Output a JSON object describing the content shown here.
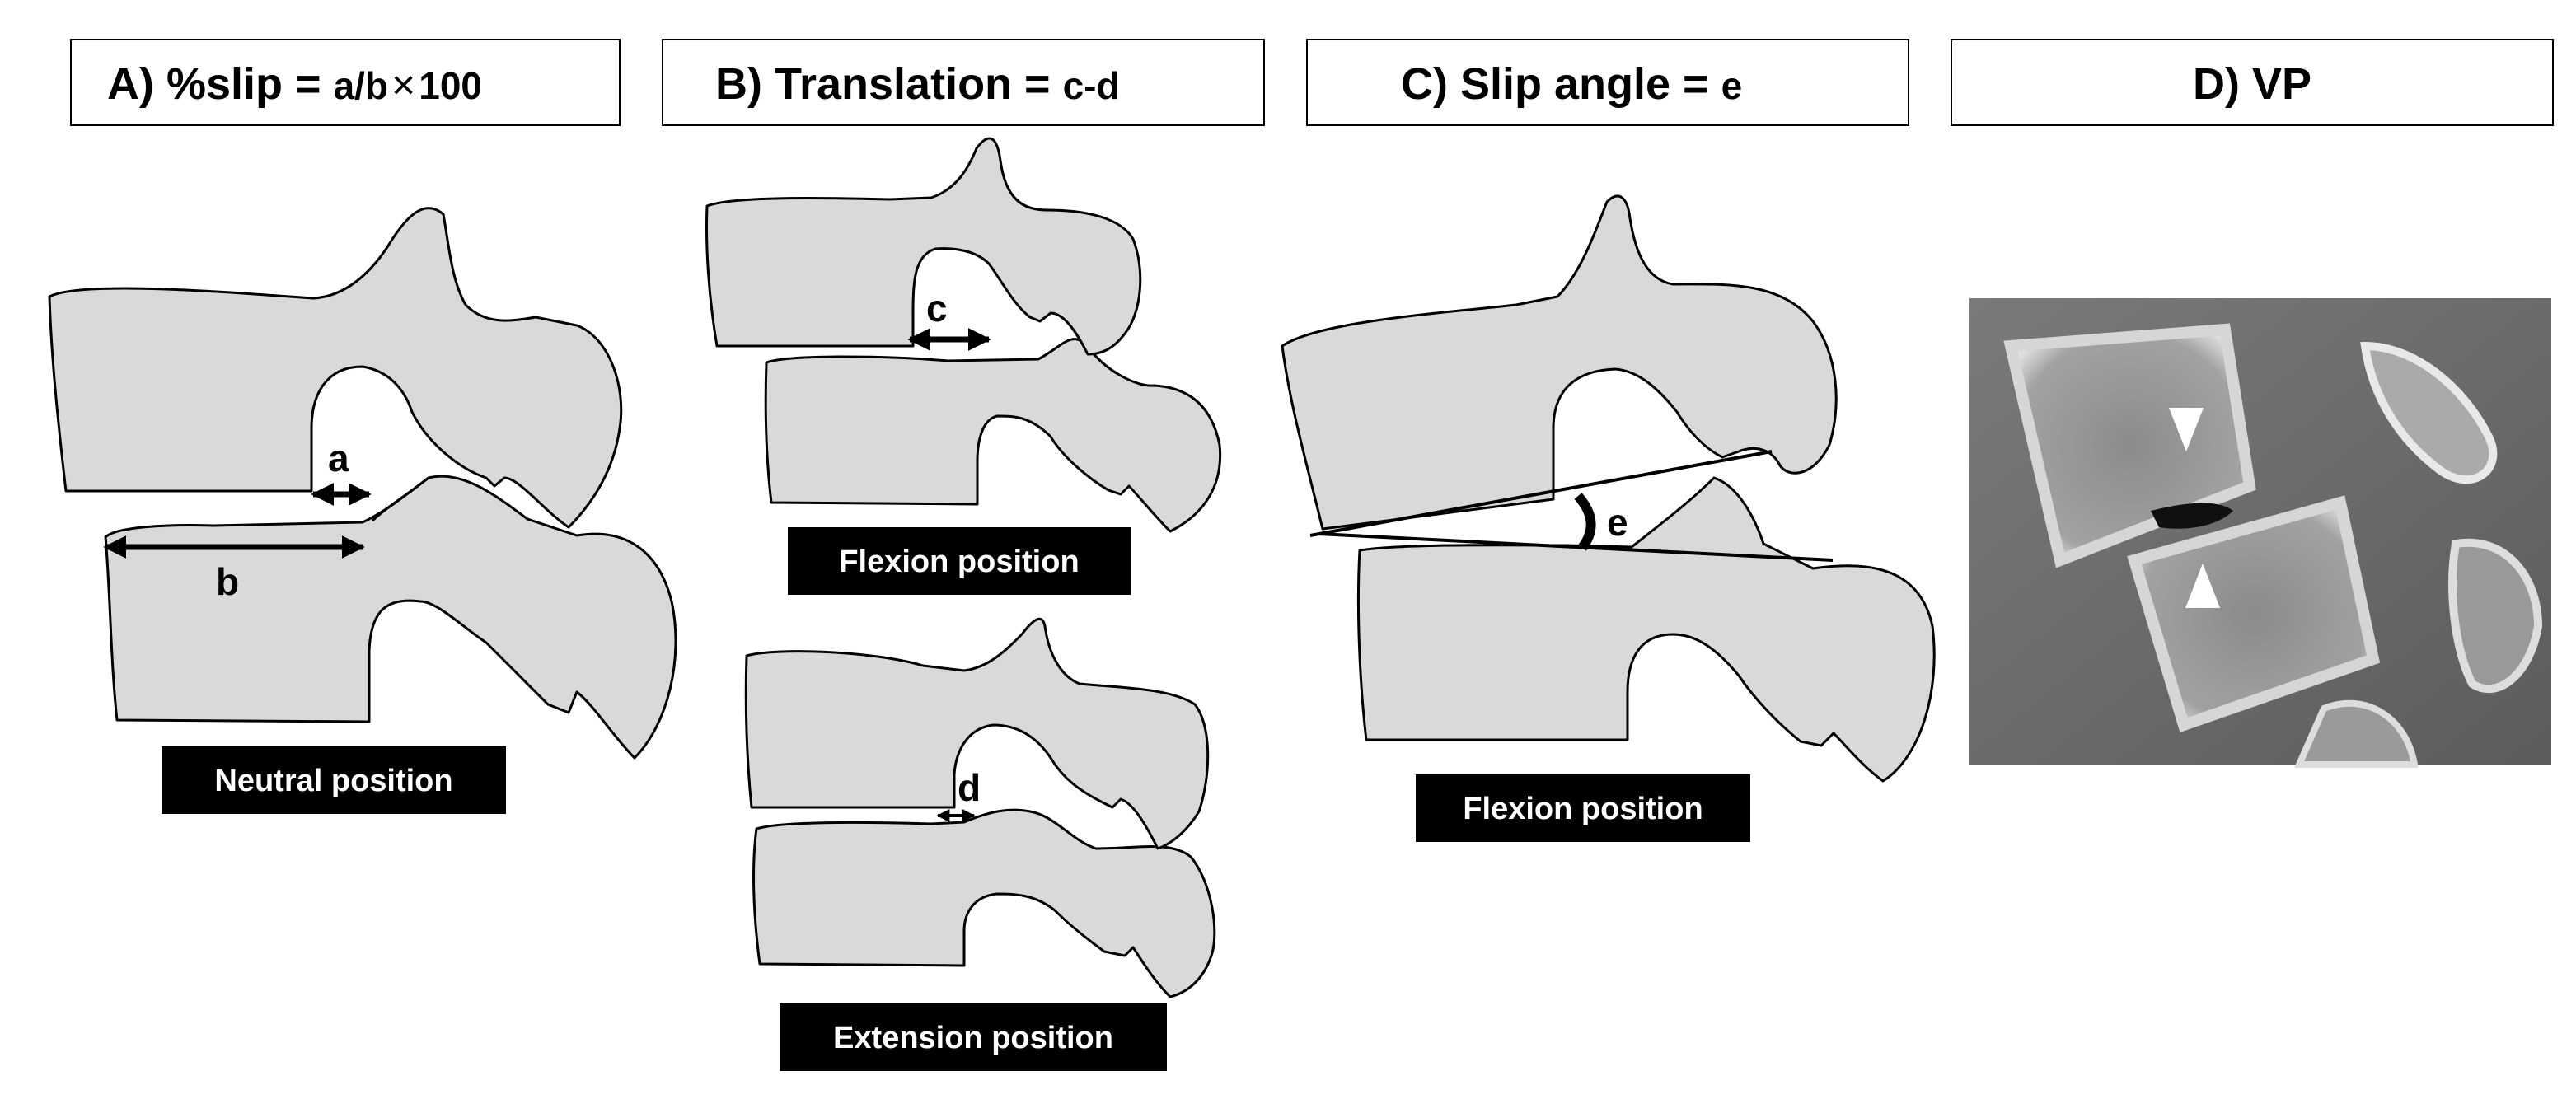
{
  "panels": {
    "a": {
      "title_main": "A) %slip = ",
      "title_formula": "a/b",
      "title_times": "×",
      "title_num": "100",
      "label_a": "a",
      "label_b": "b",
      "position": "Neutral position"
    },
    "b": {
      "title_main": "B) Translation = ",
      "title_formula": "c-d",
      "label_c": "c",
      "label_d": "d",
      "position_flexion": "Flexion position",
      "position_extension": "Extension position"
    },
    "c": {
      "title_main": "C) Slip angle = ",
      "title_formula": "e",
      "label_e": "e",
      "position": "Flexion position"
    },
    "d": {
      "title_main": "D) VP"
    }
  },
  "colors": {
    "bone_fill": "#d9d9d9",
    "outline": "#000000",
    "label_box": "#000000",
    "label_text": "#ffffff"
  },
  "icons": {
    "arrowhead": "white-triangle-arrowhead"
  }
}
